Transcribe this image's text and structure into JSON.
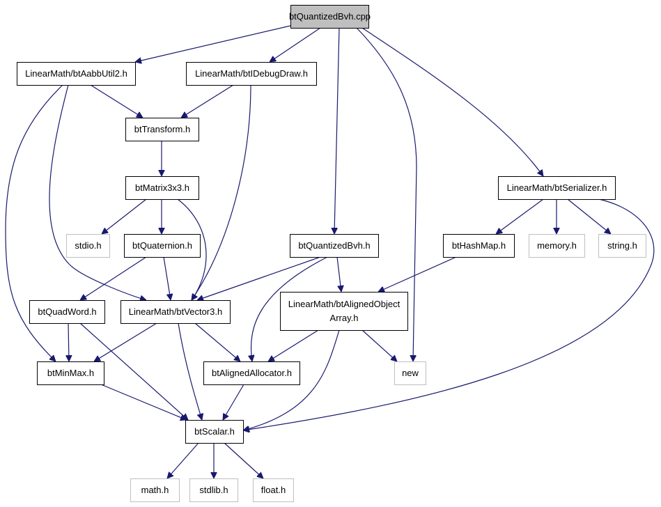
{
  "diagram": {
    "type": "include-dependency-graph",
    "colors": {
      "edge": "#191970",
      "root_fill": "#bfbfbf",
      "node_fill": "#ffffff",
      "node_border": "#000000",
      "system_border": "#bfbfbf"
    },
    "nodes": [
      {
        "id": "root",
        "lines": [
          "btQuantizedBvh.cpp"
        ],
        "kind": "root"
      },
      {
        "id": "aabbutil2",
        "lines": [
          "LinearMath/btAabbUtil2.h"
        ],
        "kind": "local"
      },
      {
        "id": "idebugdraw",
        "lines": [
          "LinearMath/btIDebugDraw.h"
        ],
        "kind": "local"
      },
      {
        "id": "transform",
        "lines": [
          "btTransform.h"
        ],
        "kind": "local"
      },
      {
        "id": "matrix3x3",
        "lines": [
          "btMatrix3x3.h"
        ],
        "kind": "local"
      },
      {
        "id": "stdio",
        "lines": [
          "stdio.h"
        ],
        "kind": "system"
      },
      {
        "id": "quaternion",
        "lines": [
          "btQuaternion.h"
        ],
        "kind": "local"
      },
      {
        "id": "quadword",
        "lines": [
          "btQuadWord.h"
        ],
        "kind": "local"
      },
      {
        "id": "vector3",
        "lines": [
          "LinearMath/btVector3.h"
        ],
        "kind": "local"
      },
      {
        "id": "minmax",
        "lines": [
          "btMinMax.h"
        ],
        "kind": "local"
      },
      {
        "id": "qbvh",
        "lines": [
          "btQuantizedBvh.h"
        ],
        "kind": "local"
      },
      {
        "id": "alignedobj",
        "lines": [
          "LinearMath/btAlignedObject",
          "Array.h"
        ],
        "kind": "local"
      },
      {
        "id": "alignedalloc",
        "lines": [
          "btAlignedAllocator.h"
        ],
        "kind": "local"
      },
      {
        "id": "new",
        "lines": [
          "new"
        ],
        "kind": "system"
      },
      {
        "id": "serializer",
        "lines": [
          "LinearMath/btSerializer.h"
        ],
        "kind": "local"
      },
      {
        "id": "hashmap",
        "lines": [
          "btHashMap.h"
        ],
        "kind": "local"
      },
      {
        "id": "memory",
        "lines": [
          "memory.h"
        ],
        "kind": "system"
      },
      {
        "id": "string",
        "lines": [
          "string.h"
        ],
        "kind": "system"
      },
      {
        "id": "scalar",
        "lines": [
          "btScalar.h"
        ],
        "kind": "local"
      },
      {
        "id": "math",
        "lines": [
          "math.h"
        ],
        "kind": "system"
      },
      {
        "id": "stdlib",
        "lines": [
          "stdlib.h"
        ],
        "kind": "system"
      },
      {
        "id": "float",
        "lines": [
          "float.h"
        ],
        "kind": "system"
      }
    ],
    "edges": [
      {
        "from": "root",
        "to": "aabbutil2"
      },
      {
        "from": "root",
        "to": "idebugdraw"
      },
      {
        "from": "root",
        "to": "qbvh"
      },
      {
        "from": "root",
        "to": "new"
      },
      {
        "from": "root",
        "to": "serializer"
      },
      {
        "from": "aabbutil2",
        "to": "transform"
      },
      {
        "from": "aabbutil2",
        "to": "vector3"
      },
      {
        "from": "aabbutil2",
        "to": "minmax"
      },
      {
        "from": "idebugdraw",
        "to": "transform"
      },
      {
        "from": "idebugdraw",
        "to": "vector3"
      },
      {
        "from": "transform",
        "to": "matrix3x3"
      },
      {
        "from": "matrix3x3",
        "to": "stdio"
      },
      {
        "from": "matrix3x3",
        "to": "quaternion"
      },
      {
        "from": "matrix3x3",
        "to": "vector3"
      },
      {
        "from": "quaternion",
        "to": "quadword"
      },
      {
        "from": "quaternion",
        "to": "vector3"
      },
      {
        "from": "quadword",
        "to": "minmax"
      },
      {
        "from": "quadword",
        "to": "scalar"
      },
      {
        "from": "vector3",
        "to": "minmax"
      },
      {
        "from": "vector3",
        "to": "scalar"
      },
      {
        "from": "vector3",
        "to": "alignedalloc"
      },
      {
        "from": "minmax",
        "to": "scalar"
      },
      {
        "from": "qbvh",
        "to": "vector3"
      },
      {
        "from": "qbvh",
        "to": "alignedalloc"
      },
      {
        "from": "qbvh",
        "to": "alignedobj"
      },
      {
        "from": "alignedobj",
        "to": "alignedalloc"
      },
      {
        "from": "alignedobj",
        "to": "scalar"
      },
      {
        "from": "alignedobj",
        "to": "new"
      },
      {
        "from": "alignedalloc",
        "to": "scalar"
      },
      {
        "from": "serializer",
        "to": "hashmap"
      },
      {
        "from": "serializer",
        "to": "memory"
      },
      {
        "from": "serializer",
        "to": "string"
      },
      {
        "from": "serializer",
        "to": "scalar"
      },
      {
        "from": "hashmap",
        "to": "alignedobj"
      },
      {
        "from": "scalar",
        "to": "math"
      },
      {
        "from": "scalar",
        "to": "stdlib"
      },
      {
        "from": "scalar",
        "to": "float"
      }
    ]
  }
}
